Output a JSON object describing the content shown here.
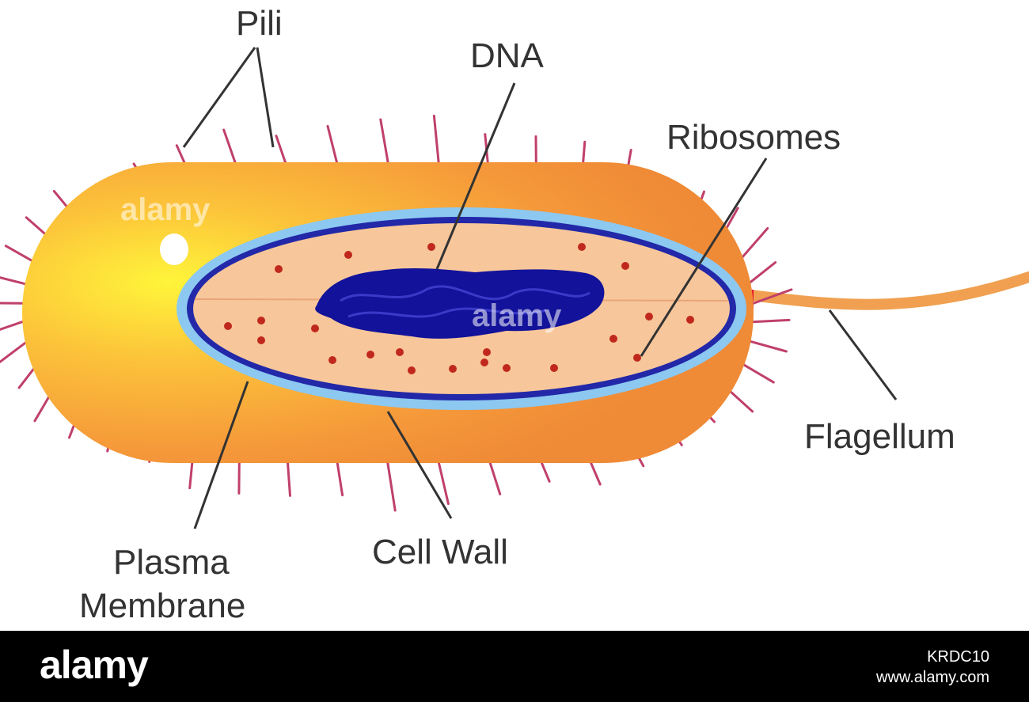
{
  "labels": {
    "pili": "Pili",
    "dna": "DNA",
    "ribosomes": "Ribosomes",
    "flagellum": "Flagellum",
    "plasma_membrane_line1": "Plasma",
    "plasma_membrane_line2": "Membrane",
    "cell_wall": "Cell Wall"
  },
  "watermark": {
    "text": "alamy"
  },
  "footer": {
    "logo": "alamy",
    "image_id": "KRDC10",
    "site": "www.alamy.com"
  },
  "colors": {
    "capsule": "#f59a3a",
    "capsule_highlight": "#fff23a",
    "cell_wall": "#8cc8f0",
    "plasma_membrane": "#2228a8",
    "cytoplasm": "#f7c69a",
    "dna": "#12129a",
    "ribosome": "#c0281e",
    "pili": "#c0406a",
    "flagellum": "#f0a050",
    "label_text": "#333333"
  }
}
